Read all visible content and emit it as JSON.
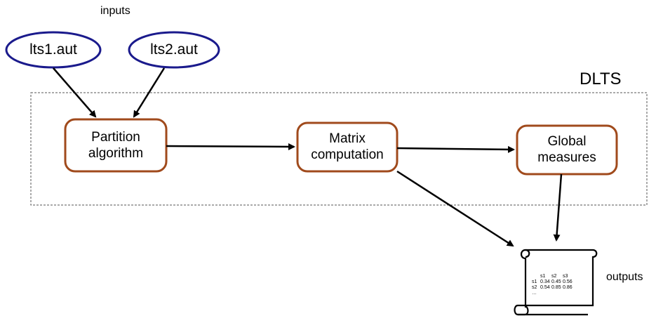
{
  "labels": {
    "inputs": "inputs",
    "outputs": "outputs",
    "dlts": "DLTS"
  },
  "nodes": {
    "lts1": "lts1.aut",
    "lts2": "lts2.aut",
    "partition": "Partition\nalgorithm",
    "matrix": "Matrix\ncomputation",
    "global": "Global\nmeasures"
  },
  "output_table": {
    "header": [
      "",
      "s1",
      "s2",
      "s3"
    ],
    "rows": [
      [
        "s1",
        "0.34",
        "0.45",
        "0.56"
      ],
      [
        "s2",
        "0.54",
        "0.85",
        "0.86"
      ]
    ],
    "ellipsis": "…"
  },
  "colors": {
    "input_oval": "#1a1a8c",
    "process_box": "#a04a1c",
    "frame": "#555555"
  }
}
